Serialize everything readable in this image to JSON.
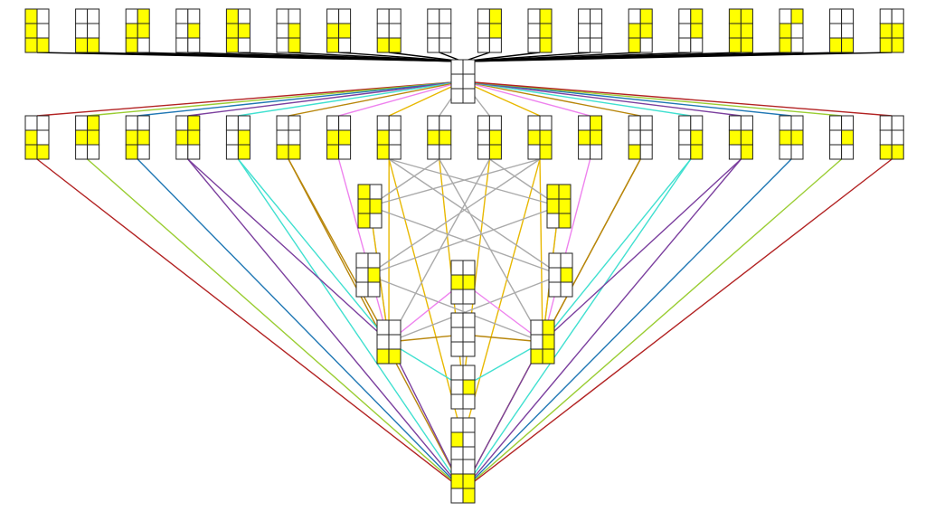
{
  "colors": {
    "fill": "#ffff00",
    "empty": "#ffffff",
    "outline": "#222222",
    "root_edges": "#000000",
    "middle_pairs": [
      "#b22222",
      "#9acd32",
      "#1f77b4",
      "#7b3f9e",
      "#40e0d0",
      "#b8860b",
      "#ee82ee",
      "#e8b800"
    ],
    "inner_edges": "#aaaaaa"
  },
  "top_row": [
    [
      "tl",
      "ml",
      "bl",
      "br"
    ],
    [
      "bl",
      "br"
    ],
    [
      "tr",
      "mr",
      "ml",
      "bl"
    ],
    [
      "mr"
    ],
    [
      "tl",
      "ml",
      "mr",
      "bl"
    ],
    [
      "mr",
      "br"
    ],
    [
      "mr",
      "ml",
      "bl"
    ],
    [
      "bl",
      "br"
    ],
    [],
    [
      "tr",
      "mr"
    ],
    [
      "tr",
      "mr",
      "br"
    ],
    [],
    [
      "tr",
      "mr",
      "ml",
      "bl"
    ],
    [
      "tr",
      "mr"
    ],
    [
      "tl",
      "tr",
      "ml",
      "mr",
      "bl",
      "br"
    ],
    [
      "tr",
      "ml",
      "bl"
    ],
    [
      "bl",
      "br"
    ],
    [
      "mr",
      "ml",
      "bl",
      "br"
    ]
  ],
  "root_node": [],
  "middle_row": [
    [
      "ml",
      "bl",
      "br"
    ],
    [
      "tr",
      "mr",
      "ml"
    ],
    [
      "ml",
      "mr",
      "bl"
    ],
    [
      "tr",
      "ml",
      "mr"
    ],
    [
      "mr",
      "br"
    ],
    [
      "bl",
      "br"
    ],
    [
      "ml",
      "mr",
      "bl"
    ],
    [
      "ml",
      "bl"
    ],
    [
      "ml",
      "mr"
    ],
    [
      "mr",
      "br"
    ],
    [
      "mr",
      "ml",
      "br"
    ],
    [
      "tr",
      "mr",
      "ml"
    ],
    [
      "bl"
    ],
    [
      "mr",
      "br"
    ],
    [
      "mr",
      "ml",
      "br"
    ],
    [
      "mr",
      "ml"
    ],
    [
      "mr"
    ],
    [
      "bl",
      "br"
    ]
  ],
  "inner_left_upper": [
    "tl",
    "ml",
    "mr",
    "bl"
  ],
  "inner_right_upper": [
    "tl",
    "tr",
    "ml",
    "mr",
    "br"
  ],
  "inner_left_mid": [
    "mr"
  ],
  "inner_right_mid": [
    "mr"
  ],
  "inner_center_top": [
    "ml",
    "mr"
  ],
  "inner_center_2": [],
  "inner_center_3": [
    "mr"
  ],
  "inner_center_4": [
    "ml"
  ],
  "inner_left_low": [
    "bl",
    "br"
  ],
  "inner_right_low": [
    "tr",
    "mr",
    "bl",
    "br"
  ],
  "bottom_node": [
    "ml",
    "mr",
    "br"
  ]
}
